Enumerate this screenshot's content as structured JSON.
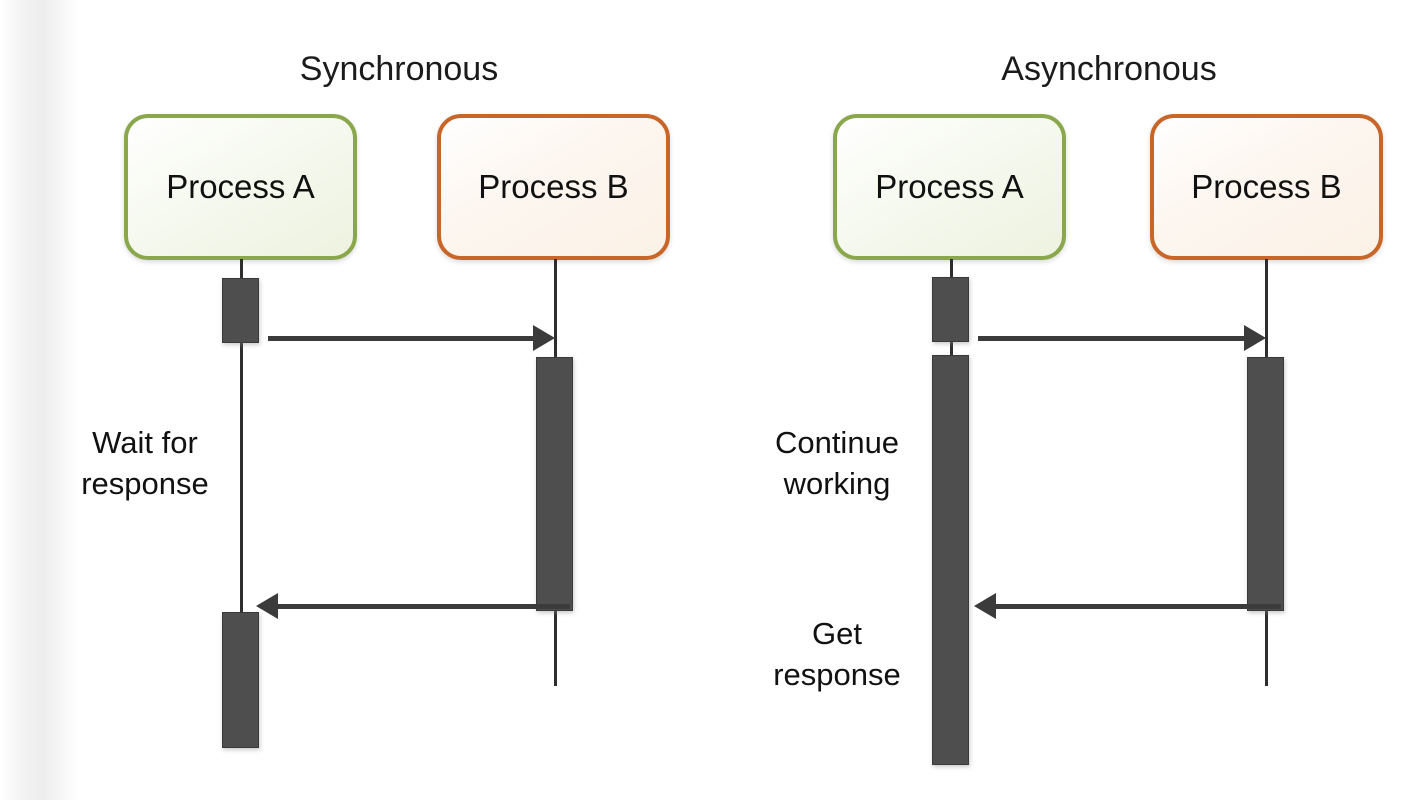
{
  "panels": [
    {
      "id": "synchronous",
      "title": "Synchronous",
      "participants": [
        {
          "id": "proc-a",
          "label": "Process A",
          "accent": "#8aa84b",
          "fill": "#eef3e1"
        },
        {
          "id": "proc-b",
          "label": "Process B",
          "accent": "#c8662a",
          "fill": "#fbf1e6"
        }
      ],
      "notes": [
        {
          "id": "wait-note",
          "text": "Wait for\nresponse"
        }
      ],
      "messages": [
        {
          "id": "request",
          "from": "proc-a",
          "to": "proc-b",
          "direction": "right"
        },
        {
          "id": "response",
          "from": "proc-b",
          "to": "proc-a",
          "direction": "left"
        }
      ]
    },
    {
      "id": "asynchronous",
      "title": "Asynchronous",
      "participants": [
        {
          "id": "proc-a",
          "label": "Process A",
          "accent": "#8aa84b",
          "fill": "#eef3e1"
        },
        {
          "id": "proc-b",
          "label": "Process B",
          "accent": "#c8662a",
          "fill": "#fbf1e6"
        }
      ],
      "notes": [
        {
          "id": "continue-note",
          "text": "Continue\nworking"
        },
        {
          "id": "get-response-note",
          "text": "Get\nresponse"
        }
      ],
      "messages": [
        {
          "id": "request",
          "from": "proc-a",
          "to": "proc-b",
          "direction": "right"
        },
        {
          "id": "response",
          "from": "proc-b",
          "to": "proc-a",
          "direction": "left"
        }
      ]
    }
  ],
  "colors": {
    "background": "#ffffff",
    "activation_fill": "#4e4e4e",
    "line": "#2e2e2e",
    "arrow": "#3b3b3b",
    "text": "#111111",
    "green_accent": "#8aa84b",
    "orange_accent": "#c8662a"
  }
}
